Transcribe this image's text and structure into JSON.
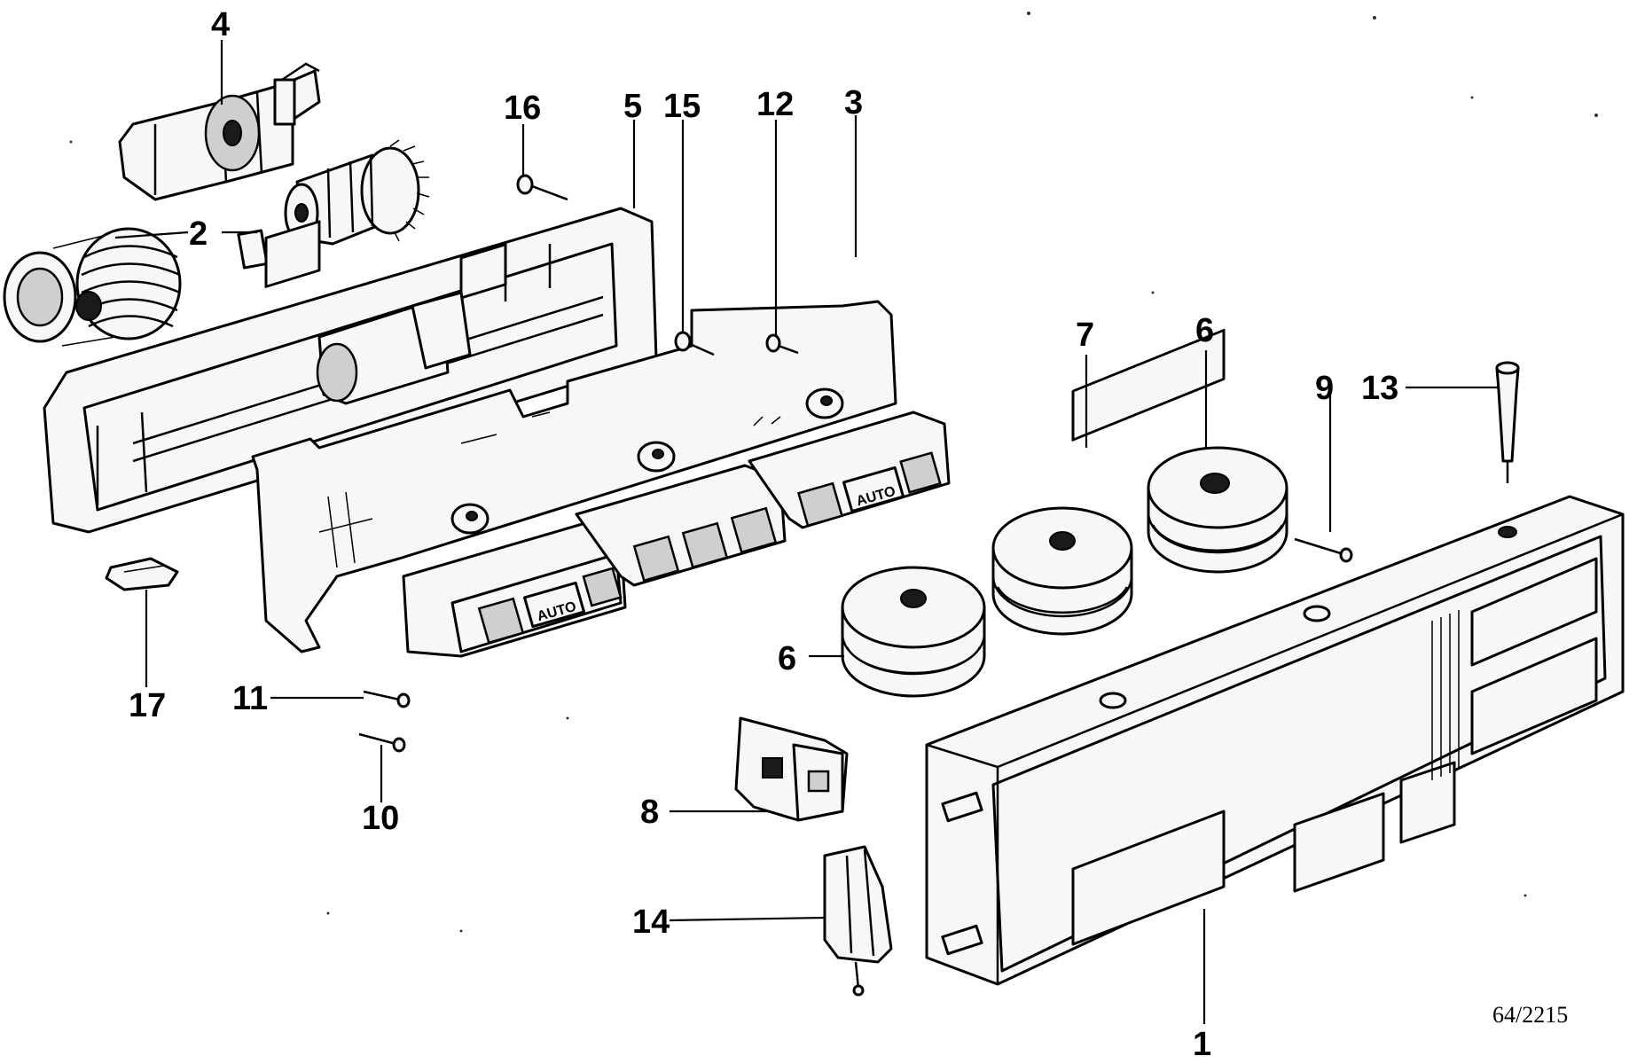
{
  "diagram": {
    "reference": "64/2215",
    "callouts": [
      {
        "id": "c1",
        "label": "1"
      },
      {
        "id": "c2",
        "label": "2"
      },
      {
        "id": "c3",
        "label": "3"
      },
      {
        "id": "c4",
        "label": "4"
      },
      {
        "id": "c5",
        "label": "5"
      },
      {
        "id": "c6a",
        "label": "6"
      },
      {
        "id": "c6b",
        "label": "6"
      },
      {
        "id": "c7",
        "label": "7"
      },
      {
        "id": "c8",
        "label": "8"
      },
      {
        "id": "c9",
        "label": "9"
      },
      {
        "id": "c10",
        "label": "10"
      },
      {
        "id": "c11",
        "label": "11"
      },
      {
        "id": "c12",
        "label": "12"
      },
      {
        "id": "c13",
        "label": "13"
      },
      {
        "id": "c14",
        "label": "14"
      },
      {
        "id": "c15",
        "label": "15"
      },
      {
        "id": "c16",
        "label": "16"
      },
      {
        "id": "c17",
        "label": "17"
      }
    ],
    "button_labels": {
      "auto_left": "AUTO",
      "auto_right": "AUTO"
    }
  }
}
